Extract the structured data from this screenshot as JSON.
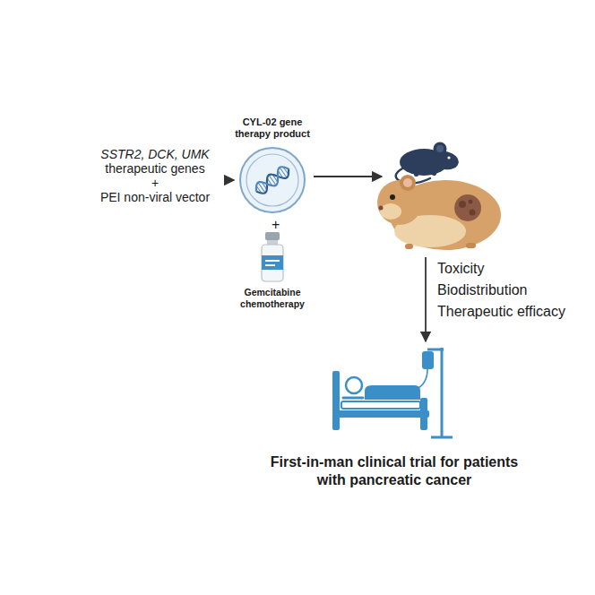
{
  "diagram": {
    "nodes": [
      {
        "text": [
          "SSTR2, DCK, UMK",
          "therapeutic genes",
          "+",
          "PEI non-viral vector"
        ]
      },
      {
        "text": [
          "CYL-02 gene therapy product"
        ]
      },
      {
        "text": [
          "Gemcitabine chemotherapy"
        ]
      },
      {
        "text": [
          "First-in-man clinical trial for patients with pancreatic cancer"
        ]
      }
    ],
    "edges": [
      {
        "from": 0,
        "to": 1,
        "arrow": "to"
      }
    ],
    "labels": [
      "+",
      "Toxicity",
      "Biodistribution",
      "Therapeutic efficacy"
    ]
  }
}
